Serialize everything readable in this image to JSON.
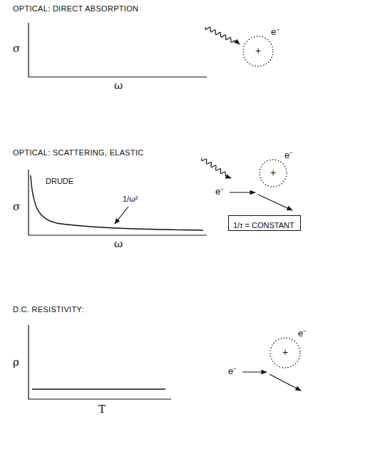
{
  "diagram": {
    "nodes": [
      {
        "text": [
          "+",
          "e⁻"
        ]
      },
      {
        "text": [
          "+",
          "e⁻"
        ]
      },
      {
        "text": [
          "1/τ = CONSTANT"
        ]
      },
      {
        "text": [
          "+",
          "e⁻"
        ]
      }
    ],
    "labels": [
      "OPTICAL: DIRECT ABSORPTION",
      "σ",
      "ω",
      "OPTICAL: SCATTERING, ELASTIC",
      "DRUDE",
      "1/ω²",
      "σ",
      "ω",
      "e⁻",
      "D.C. RESISTIVITY:",
      "ρ",
      "T",
      "e⁻"
    ]
  }
}
